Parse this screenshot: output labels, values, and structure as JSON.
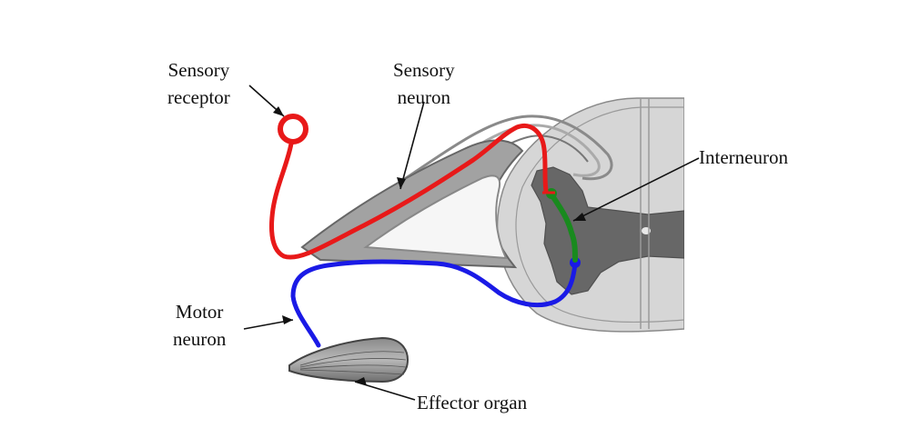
{
  "labels": {
    "sensory_receptor": [
      "Sensory",
      "receptor"
    ],
    "sensory_neuron": [
      "Sensory",
      "neuron"
    ],
    "interneuron": "Interneuron",
    "motor_neuron": [
      "Motor",
      "neuron"
    ],
    "effector_organ": "Effector organ"
  },
  "colors": {
    "sensory_neuron": "#e81919",
    "motor_neuron": "#1a1ae6",
    "interneuron": "#198a1e",
    "grey_matter": "#666666",
    "white_matter": "#d4d4d4",
    "ganglion": "#9a9a9a"
  }
}
